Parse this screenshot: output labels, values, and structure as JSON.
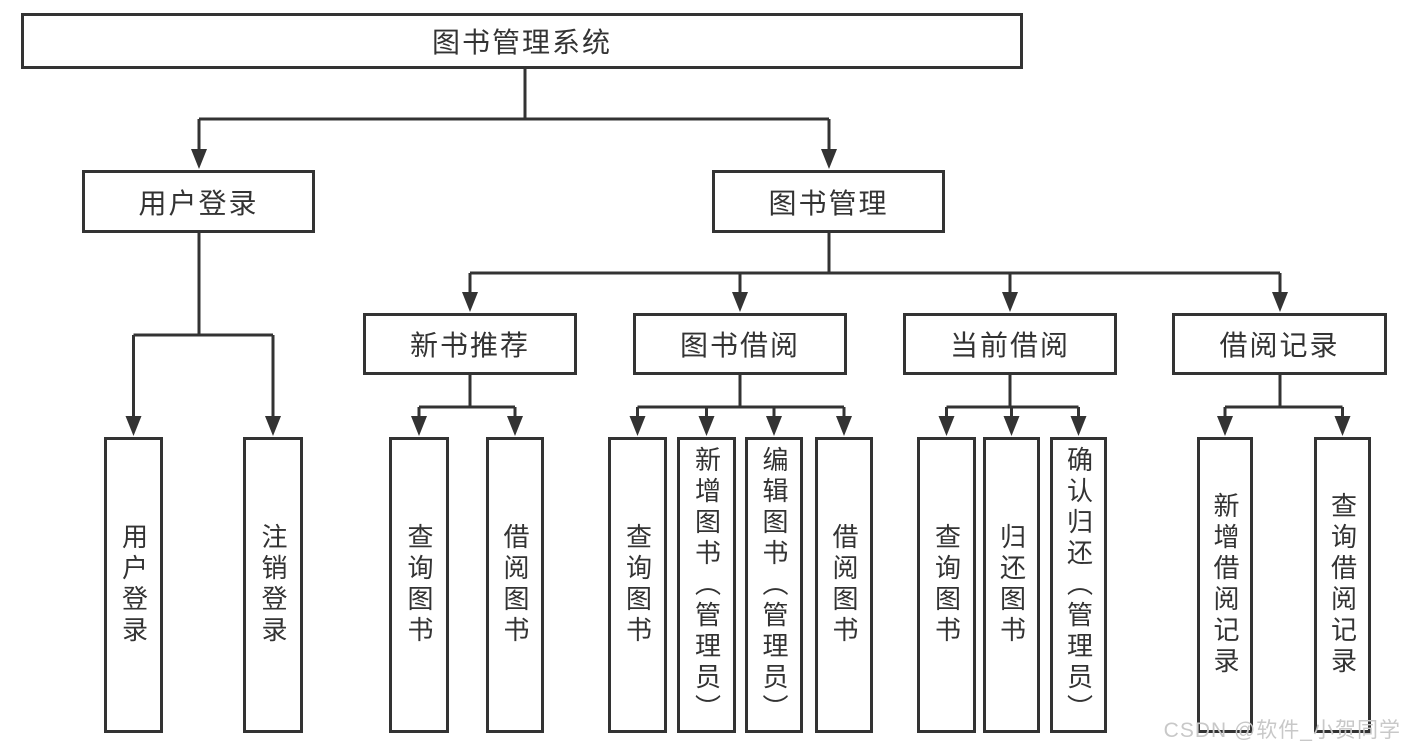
{
  "diagram_title": "图书管理系统",
  "nodes": {
    "root": "图书管理系统",
    "branches": [
      {
        "label": "用户登录",
        "children": [
          "用户登录",
          "注销登录"
        ]
      },
      {
        "label": "图书管理",
        "groups": [
          {
            "label": "新书推荐",
            "children": [
              "查询图书",
              "借阅图书"
            ]
          },
          {
            "label": "图书借阅",
            "children": [
              "查询图书",
              "新增图书（管理员）",
              "编辑图书（管理员）",
              "借阅图书"
            ]
          },
          {
            "label": "当前借阅",
            "children": [
              "查询图书",
              "归还图书",
              "确认归还（管理员）"
            ]
          },
          {
            "label": "借阅记录",
            "children": [
              "新增借阅记录",
              "查询借阅记录"
            ]
          }
        ]
      }
    ]
  },
  "watermark": "CSDN @软件_小贺同学",
  "colors": {
    "line": "#333333",
    "text": "#333333",
    "box_background": "#ffffff",
    "watermark": "#c8c8c8",
    "background": "#ffffff"
  }
}
